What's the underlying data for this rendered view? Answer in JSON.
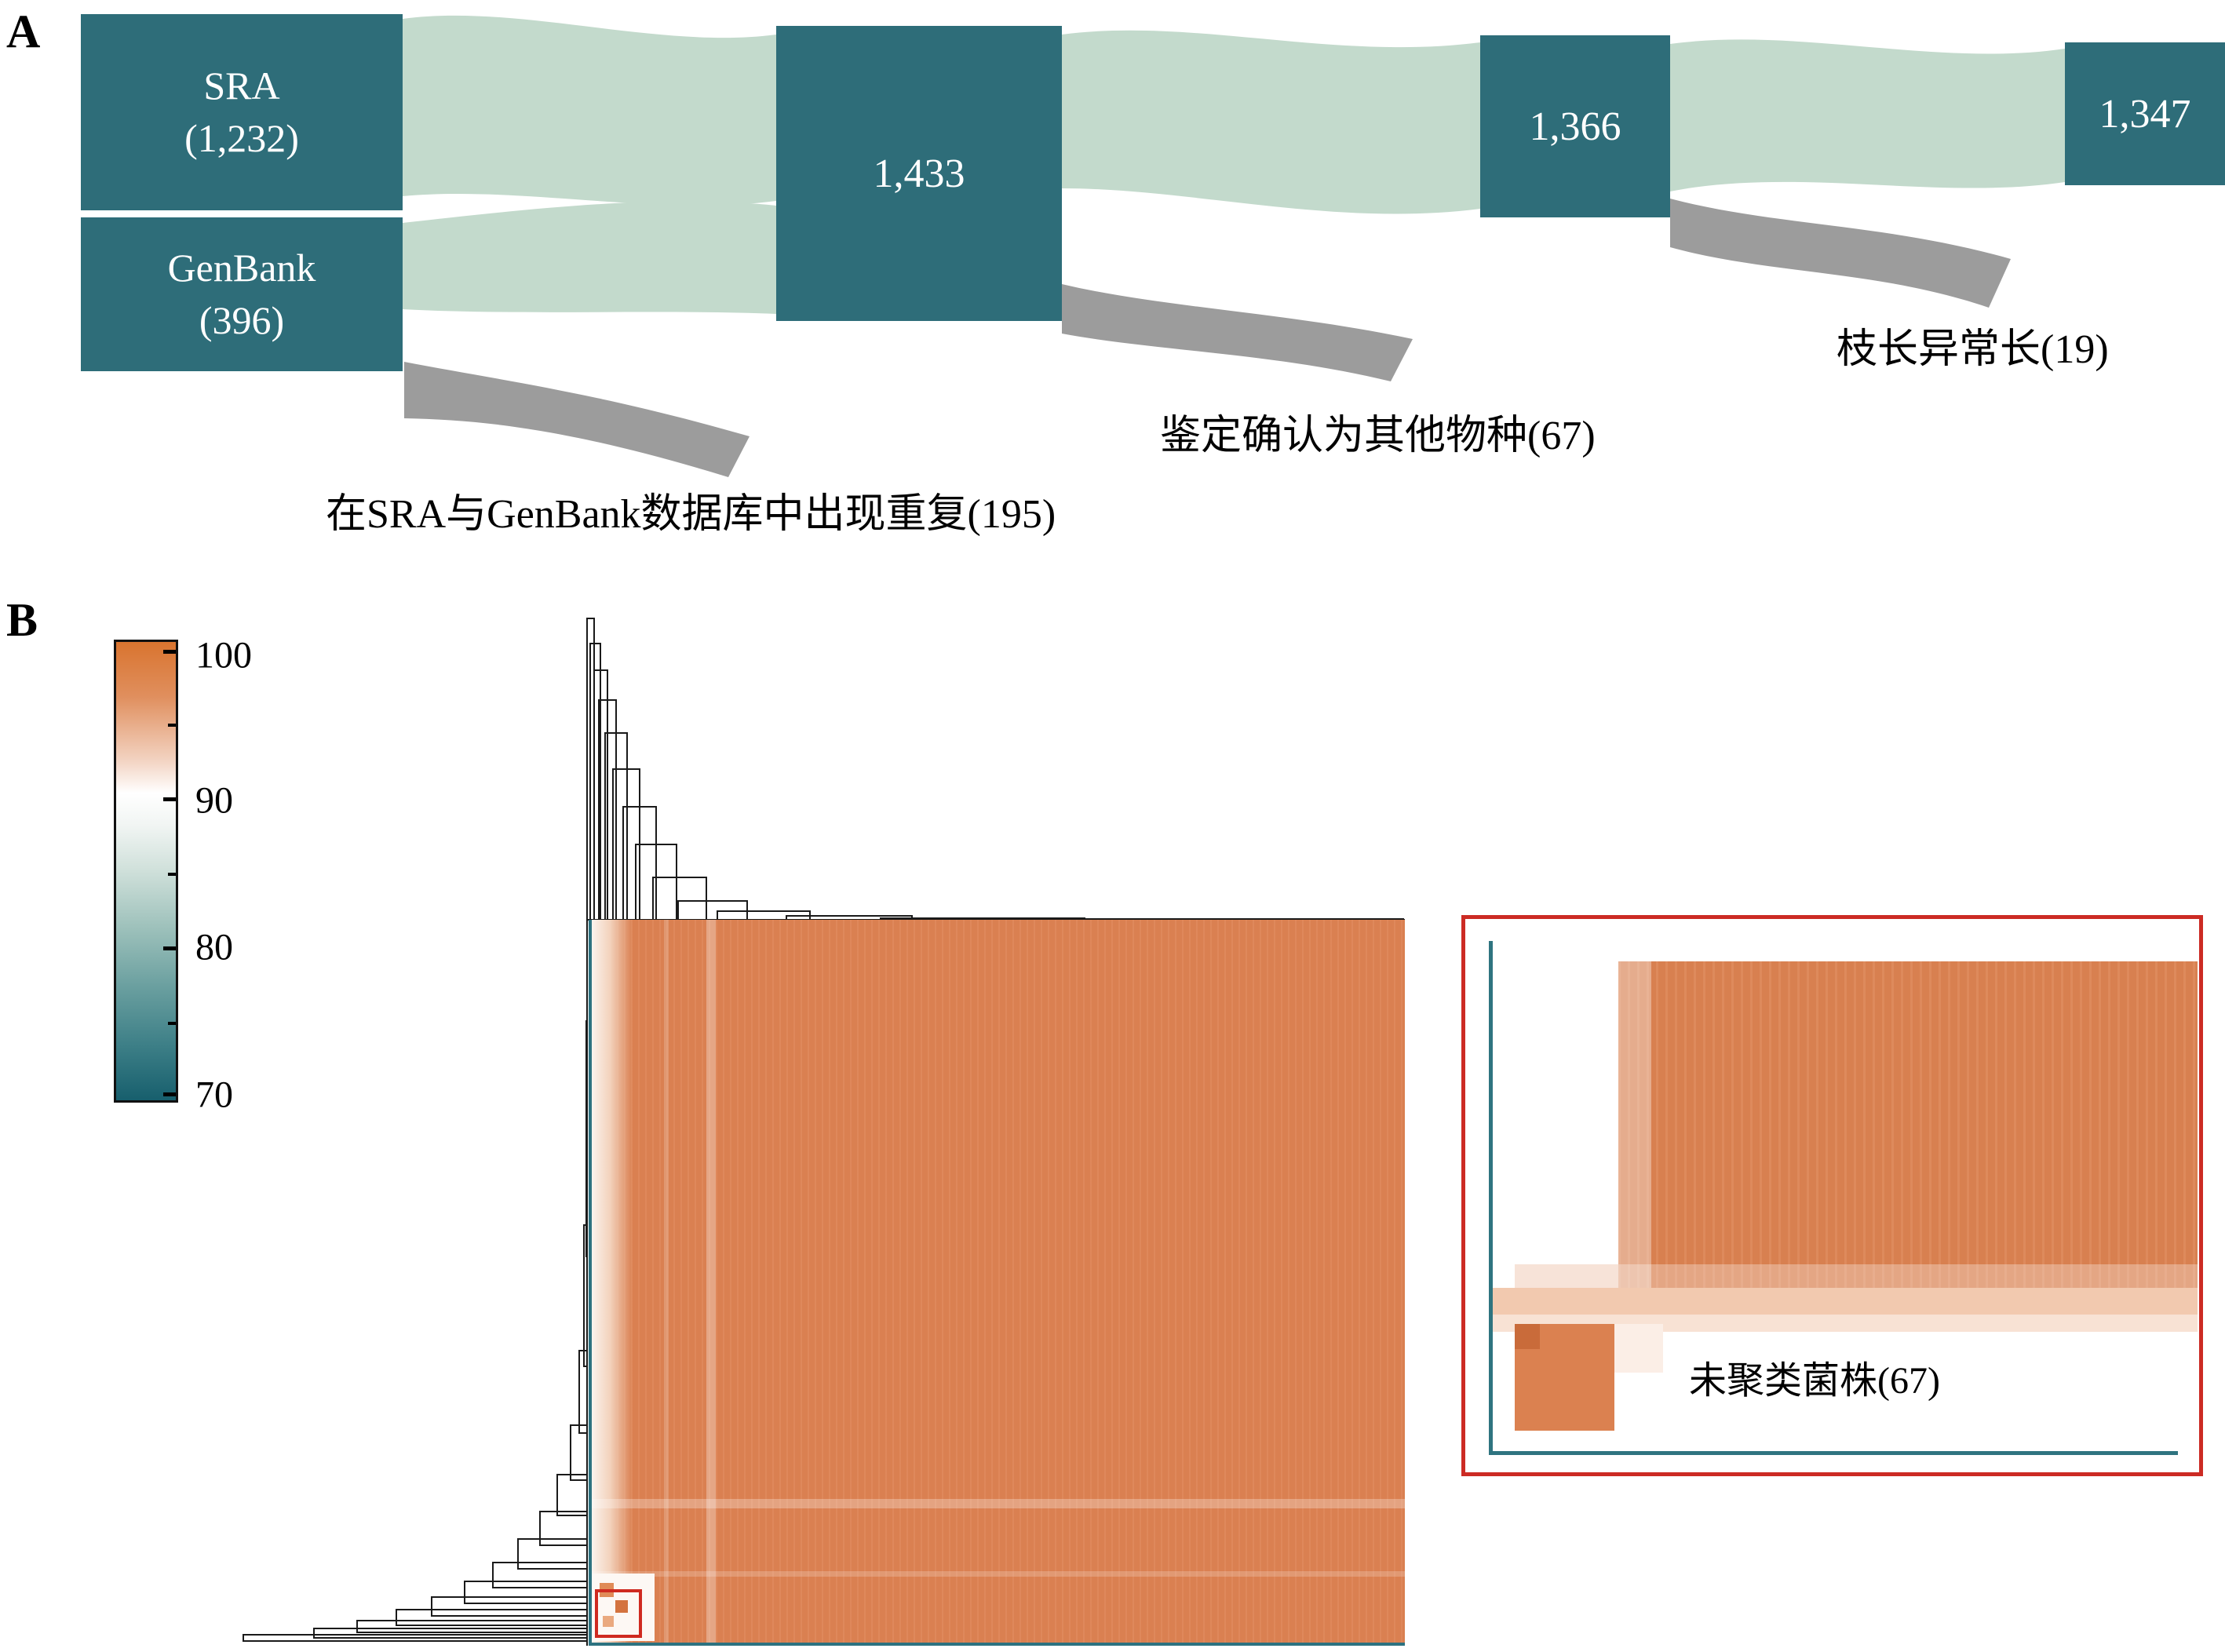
{
  "panel_a": {
    "label": "A",
    "node_color": "#2e6d79",
    "flow_color": "#c3dacc",
    "drop_color": "#9c9c9c",
    "sources": [
      {
        "name": "SRA",
        "count": "(1,232)"
      },
      {
        "name": "GenBank",
        "count": "(396)"
      }
    ],
    "stages": [
      {
        "value": "1,433"
      },
      {
        "value": "1,366"
      },
      {
        "value": "1,347"
      }
    ],
    "drops": [
      {
        "label": "在SRA与GenBank数据库中出现重复(195)"
      },
      {
        "label": "鉴定确认为其他物种(67)"
      },
      {
        "label": "枝长异常长(19)"
      }
    ]
  },
  "panel_b": {
    "label": "B",
    "colorbar": {
      "ticks": [
        "100",
        "90",
        "80",
        "70"
      ],
      "high_color": "#dd7a42",
      "mid_color": "#ffffff",
      "low_color": "#175f6d"
    },
    "heatmap_color": "#dd8252",
    "inset": {
      "label": "未聚类菌株(67)",
      "border_color": "#cc2b24"
    }
  },
  "chart_data": [
    {
      "type": "sankey",
      "title": "",
      "nodes": [
        {
          "label": "SRA (1,232)",
          "value": 1232
        },
        {
          "label": "GenBank (396)",
          "value": 396
        },
        {
          "label": "1,433",
          "value": 1433
        },
        {
          "label": "1,366",
          "value": 1366
        },
        {
          "label": "1,347",
          "value": 1347
        }
      ],
      "links": [
        {
          "source": "SRA (1,232)",
          "target": "1,433",
          "value": 1232
        },
        {
          "source": "GenBank (396)",
          "target": "1,433",
          "value": 201
        },
        {
          "source": "GenBank (396)",
          "target": "在SRA与GenBank数据库中出现重复(195)",
          "value": 195
        },
        {
          "source": "1,433",
          "target": "1,366",
          "value": 1366
        },
        {
          "source": "1,433",
          "target": "鉴定确认为其他物种(67)",
          "value": 67
        },
        {
          "source": "1,366",
          "target": "1,347",
          "value": 1347
        },
        {
          "source": "1,366",
          "target": "枝长异常长(19)",
          "value": 19
        }
      ]
    },
    {
      "type": "heatmap",
      "title": "",
      "value_range": [
        70,
        100
      ],
      "colorbar_ticks": [
        100,
        90,
        80,
        70
      ],
      "colorbar_high_color": "#dd7a42",
      "colorbar_low_color": "#175f6d",
      "legend_position": "left",
      "dendrograms": [
        "top",
        "left"
      ],
      "annotations": [
        "未聚类菌株(67)"
      ]
    }
  ]
}
